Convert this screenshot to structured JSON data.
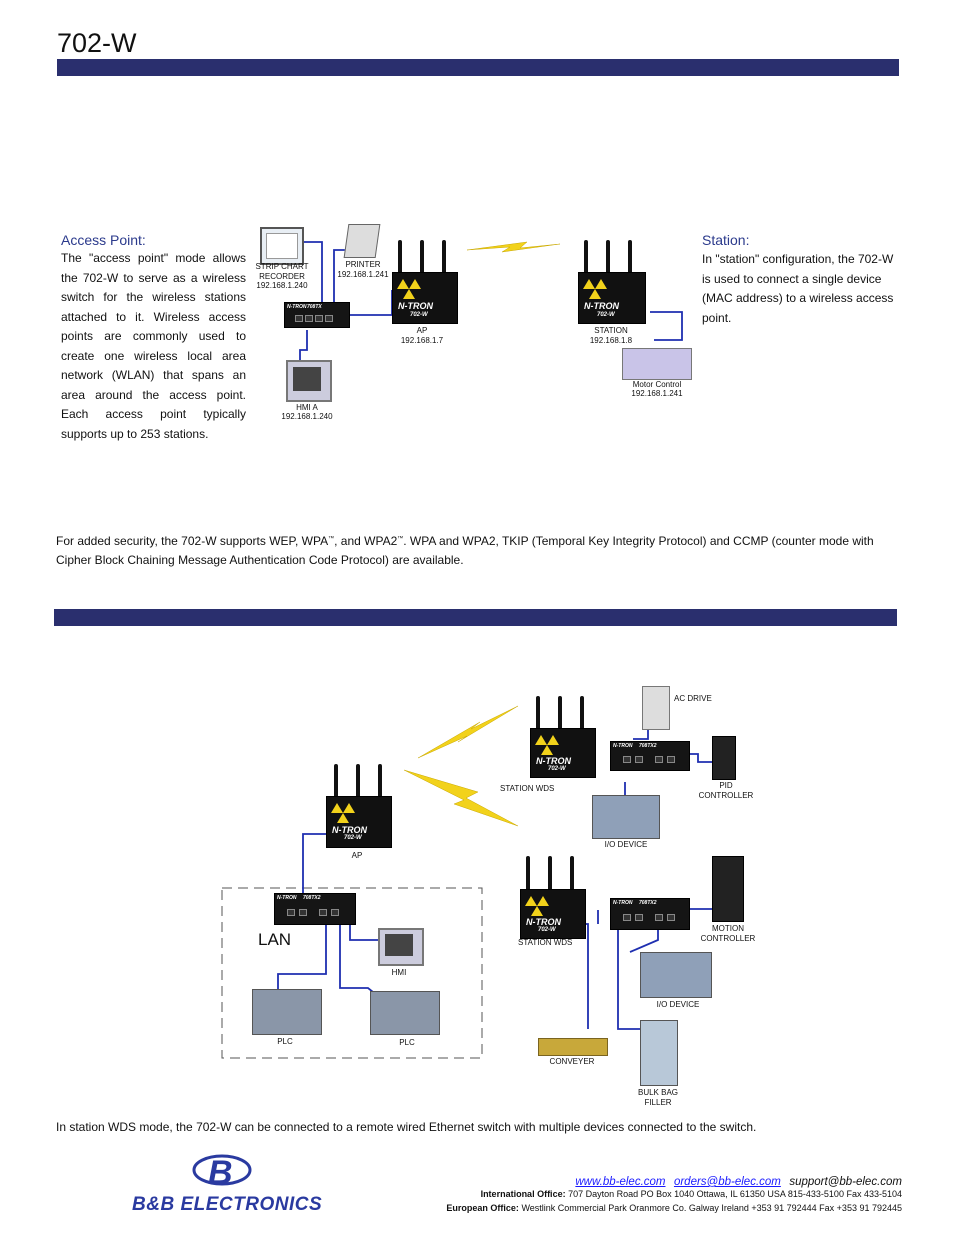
{
  "header": {
    "title": "702-W"
  },
  "access_point": {
    "heading": "Access Point:",
    "body": "The \"access point\" mode allows the 702-W to serve as a wireless switch for the wireless stations attached to it. Wireless access points are commonly used to create one wireless local area network (WLAN) that spans an area around the access point. Each access point typically supports up to 253 stations."
  },
  "station": {
    "heading": "Station:",
    "body": "In \"station\" configuration, the 702-W is used to connect a single device (MAC address) to a wireless access point."
  },
  "diagram1": {
    "strip_chart": "STRIP CHART RECORDER",
    "strip_chart_ip": "192.168.1.240",
    "printer": "PRINTER",
    "printer_ip": "192.168.1.241",
    "hmi": "HMI A",
    "hmi_ip": "192.168.1.240",
    "ap": "AP",
    "ap_ip": "192.168.1.7",
    "station": "STATION",
    "station_ip": "192.168.1.8",
    "motor": "Motor Control",
    "motor_ip": "192.168.1.241",
    "brand": "N-TRON",
    "model": "702-W",
    "switch_model": "708TX"
  },
  "security": {
    "pre": "For added security, the 702-W supports WEP, WPA",
    "tm1": "™",
    "mid": ", and WPA2",
    "tm2": "™",
    "post": ". WPA and WPA2, TKIP (Temporal Key Integrity Protocol) and CCMP (counter mode with Cipher Block Chaining Message Authentication Code Protocol) are available."
  },
  "diagram2": {
    "ac_drive": "AC DRIVE",
    "pid": "PID CONTROLLER",
    "station_wds_1": "STATION WDS",
    "io_device_1": "I/O DEVICE",
    "ap": "AP",
    "lan": "LAN",
    "hmi": "HMI",
    "plc_1": "PLC",
    "plc_2": "PLC",
    "station_wds_2": "STATION WDS",
    "motion": "MOTION CONTROLLER",
    "io_device_2": "I/O DEVICE",
    "conveyer": "CONVEYER",
    "bulk_bag": "BULK BAG FILLER",
    "brand": "N-TRON",
    "model": "702-W",
    "switch_model": "708TX2"
  },
  "wds_note": "In station WDS mode, the 702-W can be connected to a remote wired Ethernet switch with multiple devices connected to the switch.",
  "footer": {
    "logo_text": "B&B ELECTRONICS",
    "website": "www.bb-elec.com",
    "orders": "orders@bb-elec.com",
    "support": "support@bb-elec.com",
    "intl_label": "International Office:",
    "intl_text": "707 Dayton Road PO Box 1040 Ottawa, IL 61350 USA 815-433-5100 Fax 433-5104",
    "euro_label": "European Office:",
    "euro_text": "Westlink Commercial Park Oranmore Co. Galway Ireland +353 91 792444 Fax +353 91 792445"
  },
  "colors": {
    "bar": "#2a2f6e",
    "heading": "#2b3a8c",
    "link": "#1a1aff",
    "cable": "#1f2fb0",
    "lightning": "#f2d21b"
  }
}
